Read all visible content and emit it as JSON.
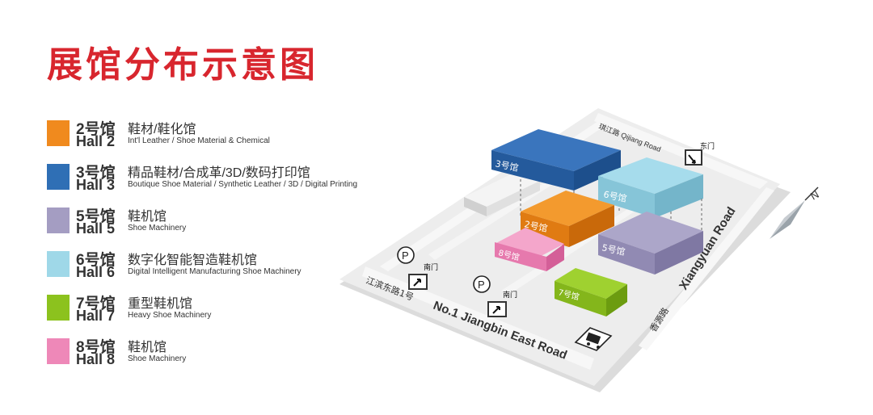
{
  "title": "展馆分布示意图",
  "legend": [
    {
      "hall_cn": "2号馆",
      "hall_en": "Hall 2",
      "desc_cn": "鞋材/鞋化馆",
      "desc_en": "Int'l Leather / Shoe Material & Chemical",
      "color": "#f08a1e"
    },
    {
      "hall_cn": "3号馆",
      "hall_en": "Hall 3",
      "desc_cn": "精品鞋材/合成革/3D/数码打印馆",
      "desc_en": "Boutique Shoe Material / Synthetic Leather / 3D / Digital Printing",
      "color": "#2f6fb5"
    },
    {
      "hall_cn": "5号馆",
      "hall_en": "Hall 5",
      "desc_cn": "鞋机馆",
      "desc_en": "Shoe Machinery",
      "color": "#a49dc2"
    },
    {
      "hall_cn": "6号馆",
      "hall_en": "Hall 6",
      "desc_cn": "数字化智能智造鞋机馆",
      "desc_en": "Digital Intelligent Manufacturing Shoe Machinery",
      "color": "#9fd8e8"
    },
    {
      "hall_cn": "7号馆",
      "hall_en": "Hall 7",
      "desc_cn": "重型鞋机馆",
      "desc_en": "Heavy Shoe Machinery",
      "color": "#8cc21e"
    },
    {
      "hall_cn": "8号馆",
      "hall_en": "Hall 8",
      "desc_cn": "鞋机馆",
      "desc_en": "Shoe Machinery",
      "color": "#ee88b8"
    }
  ],
  "map": {
    "hall_labels": {
      "h3": "3号馆",
      "h6": "6号馆",
      "h2": "2号馆",
      "h5": "5号馆",
      "h8": "8号馆",
      "h7": "7号馆"
    },
    "roads": {
      "qijiang": "琪江路 Qijiang Road",
      "jiangbin_cn": "江滨东路1号",
      "jiangbin_en": "No.1 Jiangbin East Road",
      "xiangyuan_cn": "香源路",
      "xiangyuan_en": "Xiangyuan Road"
    },
    "gates": {
      "east": "东门",
      "south_west": "南门",
      "south": "南门"
    },
    "parking": "P",
    "north": "N"
  }
}
